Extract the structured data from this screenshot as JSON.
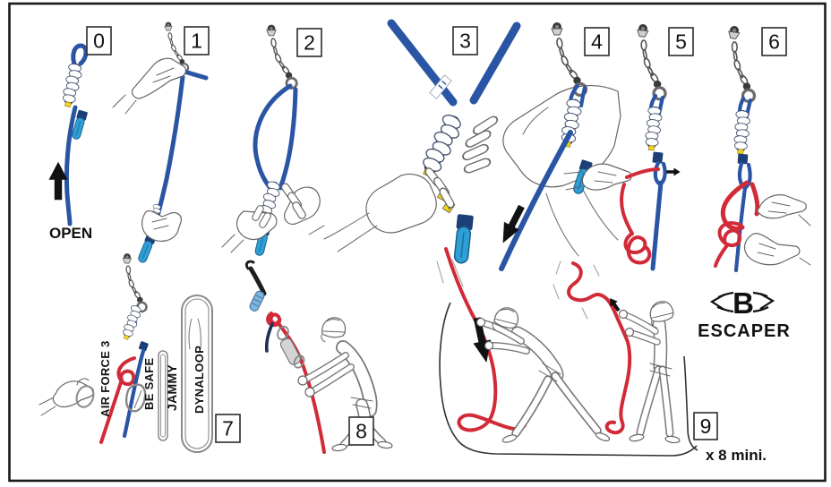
{
  "figure": {
    "brand": {
      "logo_letter": "B",
      "product_name": "ESCAPER"
    }
  },
  "steps": [
    {
      "number": "0",
      "caption": "OPEN"
    },
    {
      "number": "1"
    },
    {
      "number": "2"
    },
    {
      "number": "3"
    },
    {
      "number": "4"
    },
    {
      "number": "5"
    },
    {
      "number": "6"
    },
    {
      "number": "7"
    },
    {
      "number": "8"
    },
    {
      "number": "9",
      "caption": "x 8 mini."
    }
  ],
  "products": [
    {
      "name": "AIR FORCE 3"
    },
    {
      "name": "BE SAFE"
    },
    {
      "name": "JAMMY"
    },
    {
      "name": "DYNALOOP"
    }
  ],
  "colors": {
    "rope_blue": "#2a55a5",
    "rope_red": "#d22b38",
    "grip_light_blue": "#2f9fd6",
    "tab_navy": "#1c3f78",
    "tag_yellow": "#f2d21f",
    "chain_gray": "#555555",
    "sketch_gray": "#777777",
    "ink_black": "#111111"
  }
}
